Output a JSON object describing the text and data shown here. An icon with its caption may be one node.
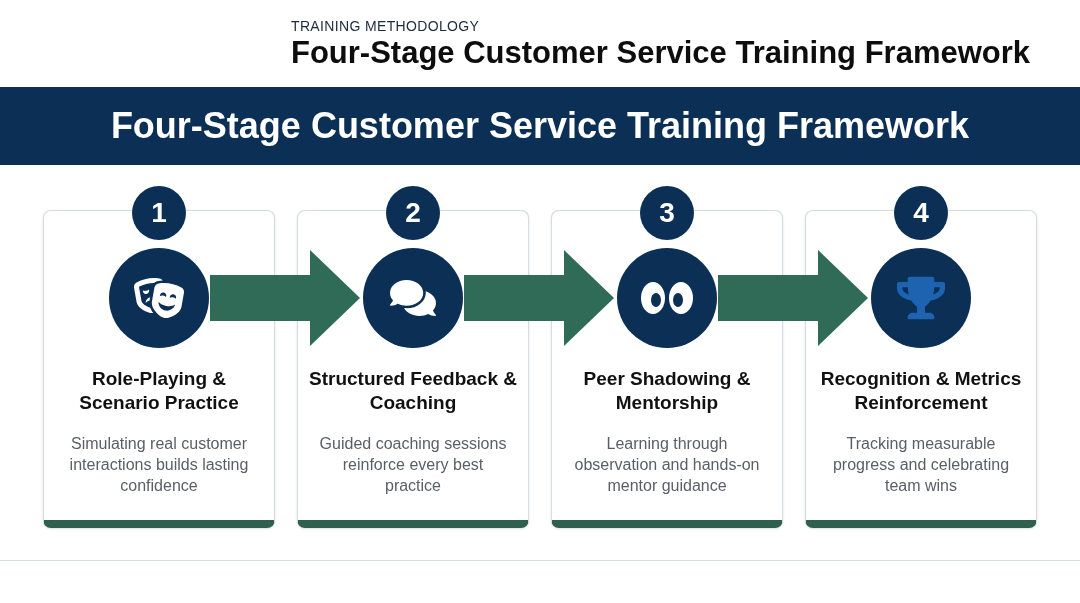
{
  "diagram": {
    "title": "Four-Stage Customer Service Training Framework",
    "nodes": [
      {
        "text": [
          "Four-Stage Customer Service Training Framework"
        ]
      },
      {
        "text": [
          "1"
        ]
      },
      {
        "text": [
          "Role-Playing & Scenario Practice",
          "Simulating real customer interactions builds lasting confidence"
        ]
      },
      {
        "text": [],
        "shape": "circle",
        "in": 2
      },
      {
        "text": [
          "2"
        ]
      },
      {
        "text": [
          "Structured Feedback & Coaching",
          "Guided coaching sessions reinforce every best practice"
        ]
      },
      {
        "text": [],
        "shape": "circle",
        "in": 5
      },
      {
        "text": [
          "3"
        ]
      },
      {
        "text": [
          "Peer Shadowing & Mentorship",
          "Learning through observation and hands-on mentor guidance"
        ]
      },
      {
        "text": [],
        "shape": "circle",
        "in": 8
      },
      {
        "text": [
          "4"
        ]
      },
      {
        "text": [
          "Recognition & Metrics Reinforcement",
          "Tracking measurable progress and celebrating team wins"
        ]
      },
      {
        "text": [],
        "shape": "circle",
        "in": 11
      }
    ],
    "edges": [
      {
        "from": 3,
        "to": 6,
        "arrow": "to"
      },
      {
        "from": 6,
        "to": 9,
        "arrow": "to"
      },
      {
        "from": 9,
        "to": 12,
        "arrow": "to"
      }
    ],
    "labels": [
      "TRAINING METHODOLOGY"
    ]
  }
}
